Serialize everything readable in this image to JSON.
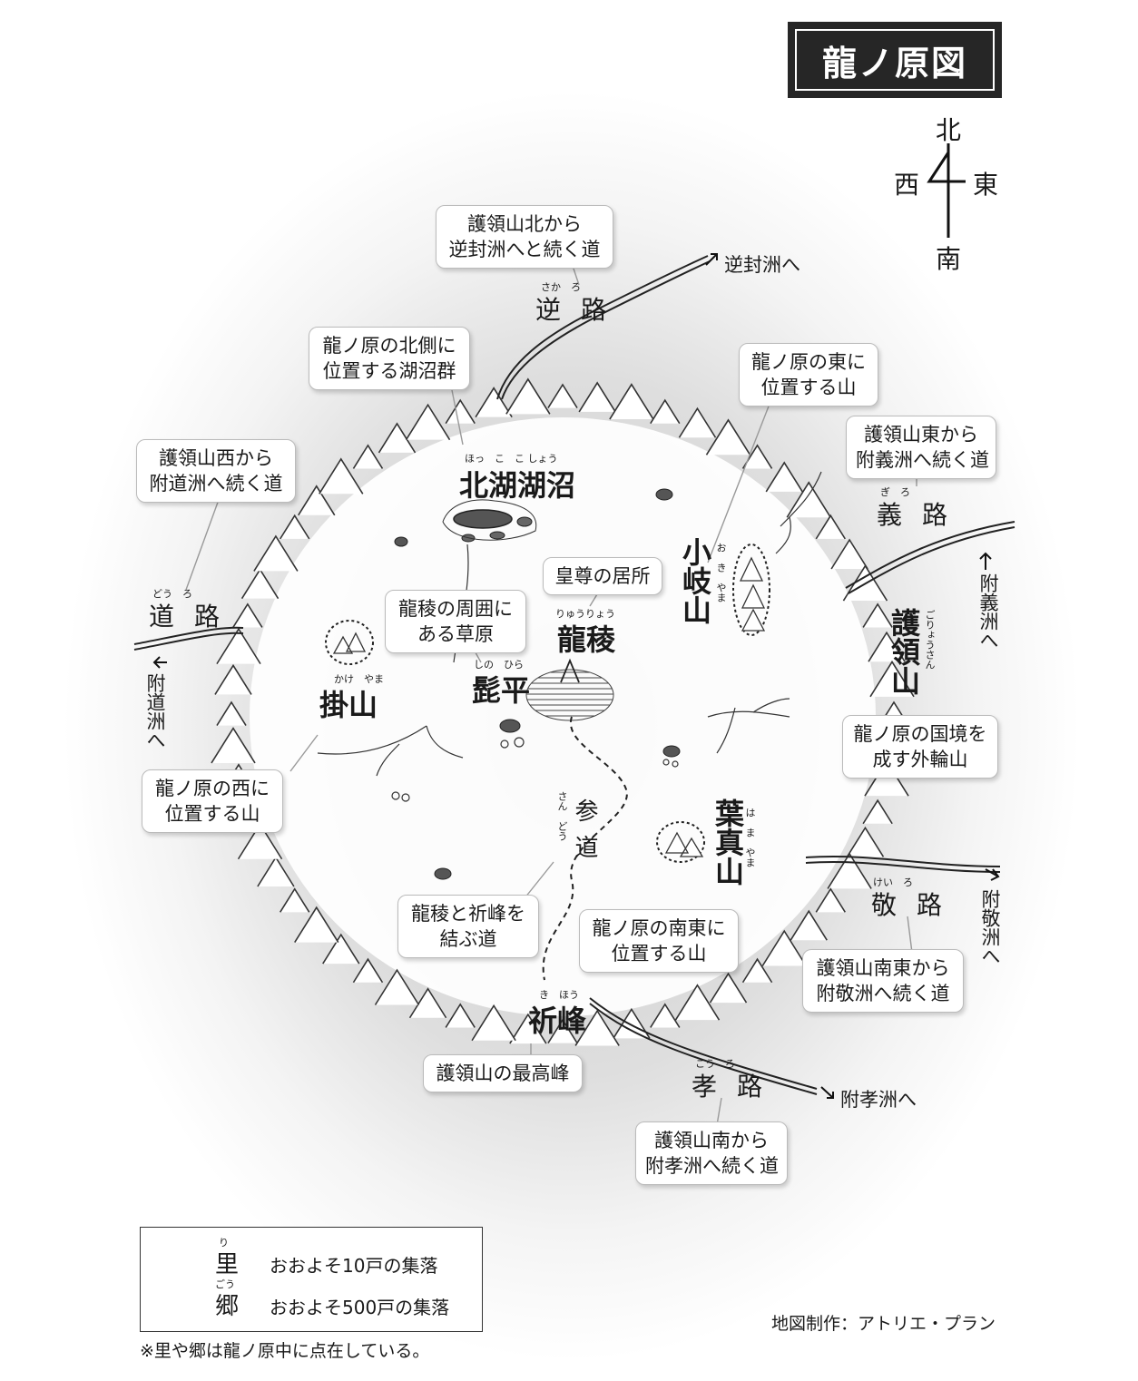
{
  "title": "龍ノ原図",
  "compass": {
    "north": "北",
    "south": "南",
    "east": "東",
    "west": "西"
  },
  "places": {
    "hokko": {
      "name": "北湖湖沼",
      "ruby": "ほっ　こ　こ しょう"
    },
    "oki": {
      "name": "小岐山",
      "ruby": "お　き　やま"
    },
    "ryuryo": {
      "name": "龍稜",
      "ruby": "りゅうりょう"
    },
    "shinohira": {
      "name": "髭平",
      "ruby": "しの　ひら"
    },
    "kakeyama": {
      "name": "掛山",
      "ruby": "かけ　やま"
    },
    "goryozan": {
      "name": "護領山",
      "ruby": "ごりょうさん"
    },
    "hamayama": {
      "name": "葉真山",
      "ruby": "は　ま　やま"
    },
    "kiho": {
      "name": "祈峰",
      "ruby": "き　ほう"
    },
    "sando": {
      "name": "参道",
      "ruby": "さん　どう"
    }
  },
  "roads": {
    "saka": {
      "name": "逆路",
      "ruby": "さか　ろ"
    },
    "gi": {
      "name": "義路",
      "ruby": "ぎ　ろ"
    },
    "do": {
      "name": "道路",
      "ruby": "どう　ろ"
    },
    "kei": {
      "name": "敬路",
      "ruby": "けい　ろ"
    },
    "ko": {
      "name": "孝路",
      "ruby": "こう　ろ"
    }
  },
  "destinations": {
    "north": "逆封洲へ",
    "east": "附義洲へ",
    "west": "附道洲へ",
    "southeast": "附敬洲へ",
    "south": "附孝洲へ"
  },
  "callouts": {
    "saka": [
      "護領山北から",
      "逆封洲へと続く道"
    ],
    "hokko": [
      "龍ノ原の北側に",
      "位置する湖沼群"
    ],
    "oki": [
      "龍ノ原の東に",
      "位置する山"
    ],
    "gi": [
      "護領山東から",
      "附義洲へ続く道"
    ],
    "do": [
      "護領山西から",
      "附道洲へ続く道"
    ],
    "ryuryo": [
      "皇尊の居所"
    ],
    "shinohira": [
      "龍稜の周囲に",
      "ある草原"
    ],
    "goryozan": [
      "龍ノ原の国境を",
      "成す外輪山"
    ],
    "kakeyama": [
      "龍ノ原の西に",
      "位置する山"
    ],
    "sando": [
      "龍稜と祈峰を",
      "結ぶ道"
    ],
    "hamayama": [
      "龍ノ原の南東に",
      "位置する山"
    ],
    "kei": [
      "護領山南東から",
      "附敬洲へ続く道"
    ],
    "kiho": [
      "護領山の最高峰"
    ],
    "ko": [
      "護領山南から",
      "附孝洲へ続く道"
    ]
  },
  "legend": {
    "sato": {
      "symbol": "里",
      "ruby": "り",
      "desc": "おおよそ10戸の集落"
    },
    "go": {
      "symbol": "郷",
      "ruby": "ごう",
      "desc": "おおよそ500戸の集落"
    }
  },
  "note": "※里や郷は龍ノ原中に点在している。",
  "credit": "地図制作：アトリエ・プラン"
}
